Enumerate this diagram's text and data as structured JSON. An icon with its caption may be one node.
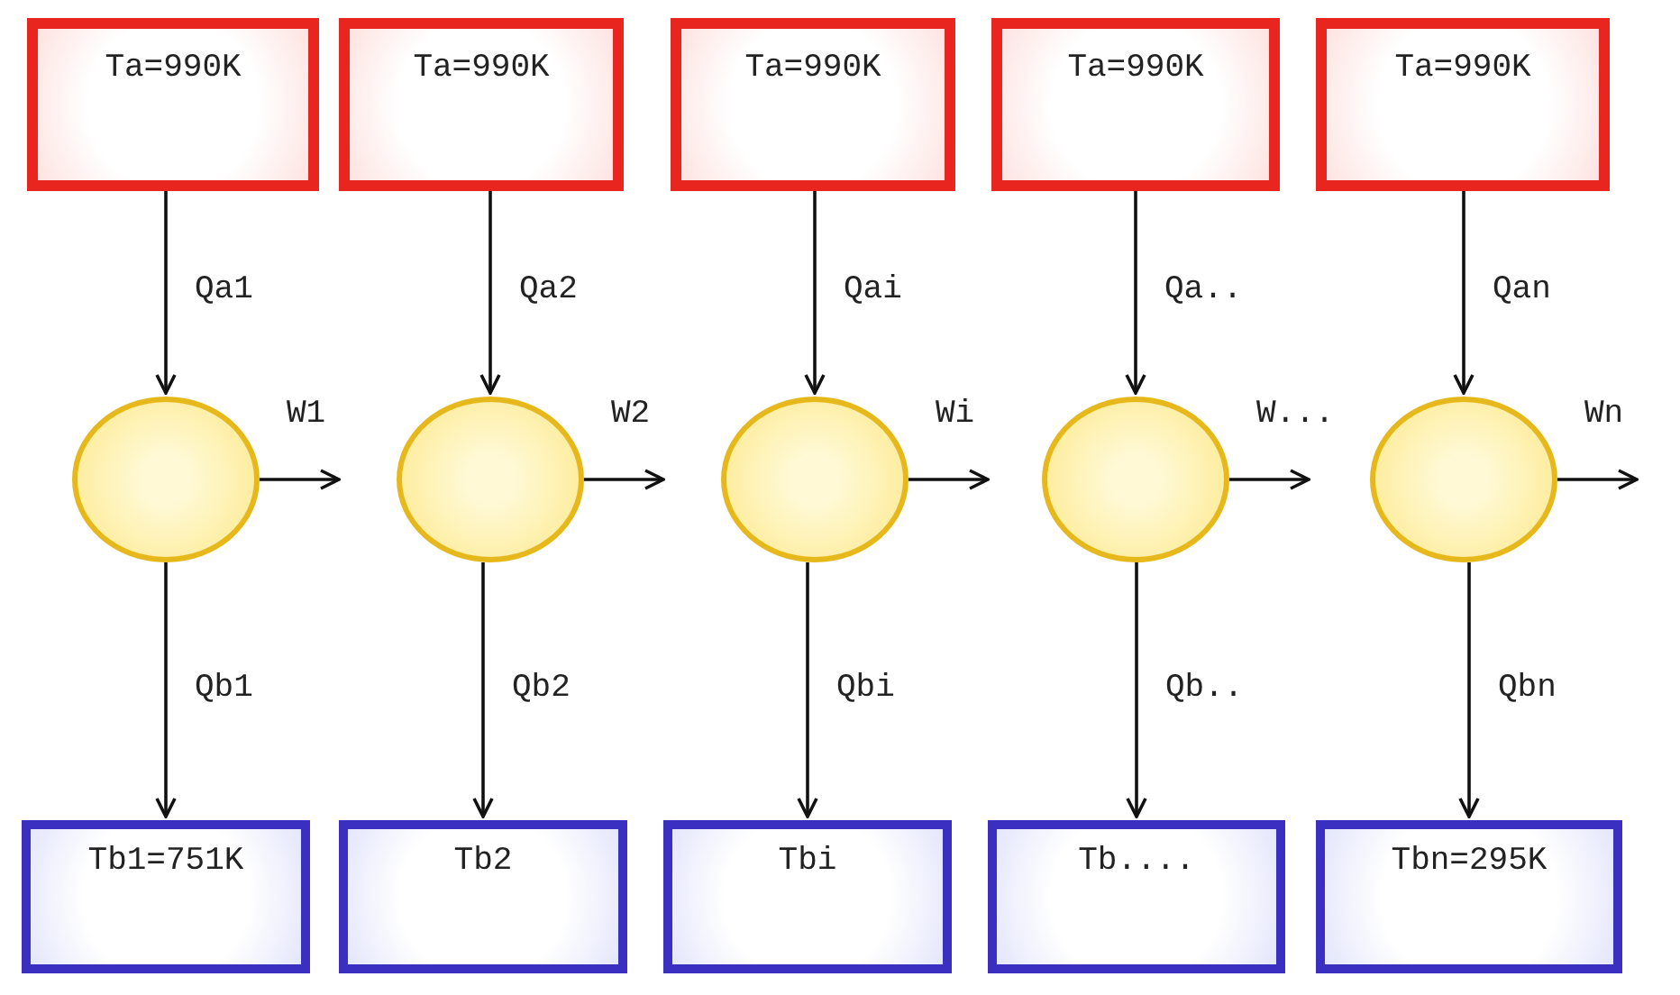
{
  "diagram": {
    "nodes": [
      {
        "text": [
          "Ta=990K"
        ]
      },
      {
        "text": [
          "Ta=990K"
        ]
      },
      {
        "text": [
          "Ta=990K"
        ]
      },
      {
        "text": [
          "Ta=990K"
        ]
      },
      {
        "text": [
          "Ta=990K"
        ]
      },
      {
        "text": [],
        "shape": "circle"
      },
      {
        "text": [],
        "shape": "circle"
      },
      {
        "text": [],
        "shape": "circle"
      },
      {
        "text": [],
        "shape": "circle"
      },
      {
        "text": [],
        "shape": "circle"
      },
      {
        "text": [
          "Tb1=751K"
        ]
      },
      {
        "text": [
          "Tb2"
        ]
      },
      {
        "text": [
          "Tbi"
        ]
      },
      {
        "text": [
          "Tb...."
        ]
      },
      {
        "text": [
          "Tbn=295K"
        ]
      }
    ],
    "edges": [
      {
        "from": 0,
        "to": 5,
        "arrow": "to",
        "label": "Qa1"
      },
      {
        "from": 1,
        "to": 6,
        "arrow": "to",
        "label": "Qa2"
      },
      {
        "from": 2,
        "to": 7,
        "arrow": "to",
        "label": "Qai"
      },
      {
        "from": 3,
        "to": 8,
        "arrow": "to",
        "label": "Qa.."
      },
      {
        "from": 4,
        "to": 9,
        "arrow": "to",
        "label": "Qan"
      },
      {
        "from": 5,
        "to": null,
        "arrow": "to",
        "label": "W1"
      },
      {
        "from": 6,
        "to": null,
        "arrow": "to",
        "label": "W2"
      },
      {
        "from": 7,
        "to": null,
        "arrow": "to",
        "label": "Wi"
      },
      {
        "from": 8,
        "to": null,
        "arrow": "to",
        "label": "W..."
      },
      {
        "from": 9,
        "to": null,
        "arrow": "to",
        "label": "Wn"
      },
      {
        "from": 5,
        "to": 10,
        "arrow": "to",
        "label": "Qb1"
      },
      {
        "from": 6,
        "to": 11,
        "arrow": "to",
        "label": "Qb2"
      },
      {
        "from": 7,
        "to": 12,
        "arrow": "to",
        "label": "Qbi"
      },
      {
        "from": 8,
        "to": 13,
        "arrow": "to",
        "label": "Qb.."
      },
      {
        "from": 9,
        "to": 14,
        "arrow": "to",
        "label": "Qbn"
      }
    ]
  }
}
